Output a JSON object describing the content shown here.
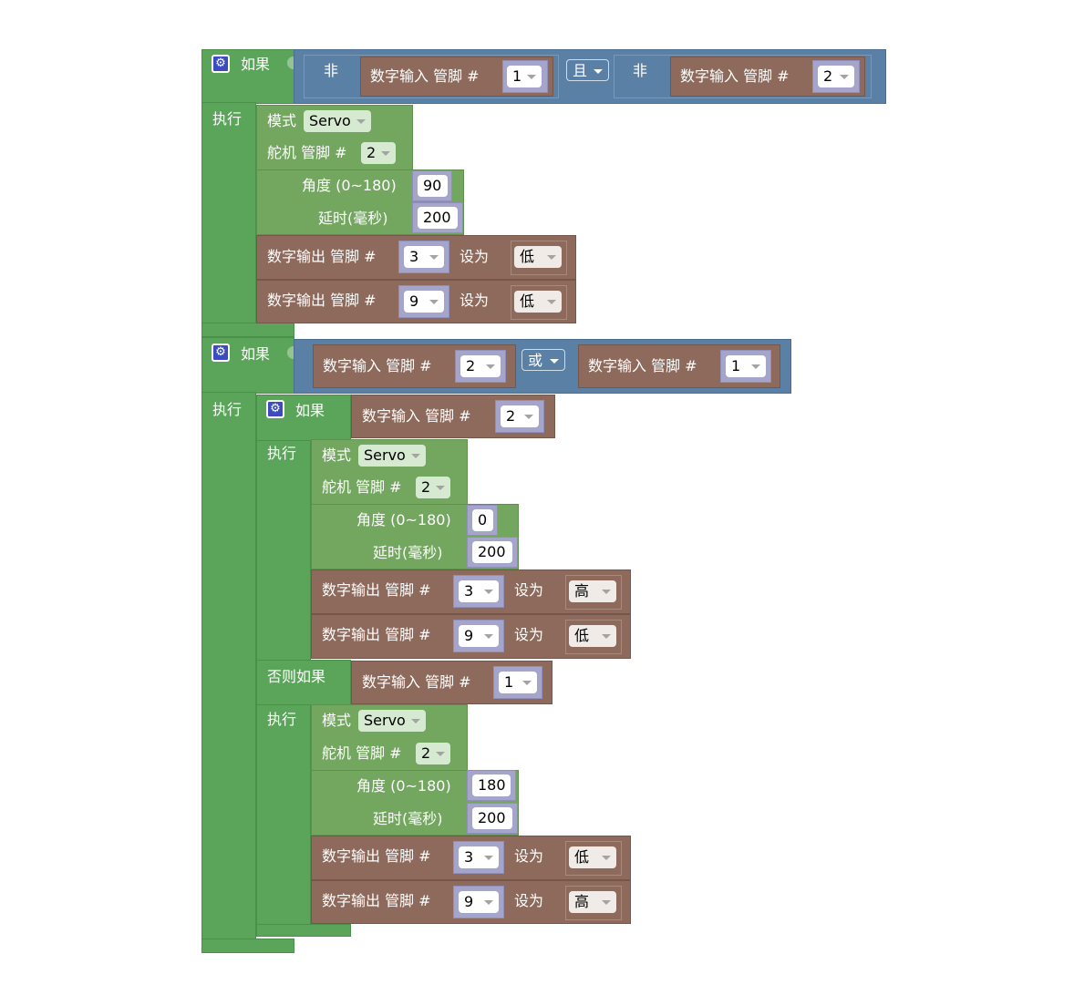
{
  "labels": {
    "if": "如果",
    "do": "执行",
    "else_if": "否则如果",
    "not": "非",
    "and": "且",
    "or": "或",
    "digital_in": "数字输入 管脚 #",
    "digital_out": "数字输出 管脚 #",
    "set_to": "设为",
    "mode": "模式",
    "servo_pin": "舵机 管脚 #",
    "angle": "角度 (0~180)",
    "delay": "延时(毫秒)",
    "gear_icon": "⚙"
  },
  "colors": {
    "control": "#5ba55b",
    "servo": "#73a65f",
    "io": "#8d6a5c",
    "logic": "#5b80a5",
    "math": "#a5a5cc"
  },
  "block1": {
    "cond": {
      "left_pin": "1",
      "op": "且",
      "right_pin": "2"
    },
    "servo": {
      "mode": "Servo",
      "pin": "2",
      "angle": "90",
      "delay": "200"
    },
    "out1": {
      "pin": "3",
      "value": "低"
    },
    "out2": {
      "pin": "9",
      "value": "低"
    }
  },
  "block2": {
    "cond": {
      "left_pin": "2",
      "op": "或",
      "right_pin": "1"
    },
    "inner_if": {
      "cond_pin": "2",
      "servo": {
        "mode": "Servo",
        "pin": "2",
        "angle": "0",
        "delay": "200"
      },
      "out1": {
        "pin": "3",
        "value": "高"
      },
      "out2": {
        "pin": "9",
        "value": "低"
      }
    },
    "inner_elseif": {
      "cond_pin": "1",
      "servo": {
        "mode": "Servo",
        "pin": "2",
        "angle": "180",
        "delay": "200"
      },
      "out1": {
        "pin": "3",
        "value": "低"
      },
      "out2": {
        "pin": "9",
        "value": "高"
      }
    }
  }
}
